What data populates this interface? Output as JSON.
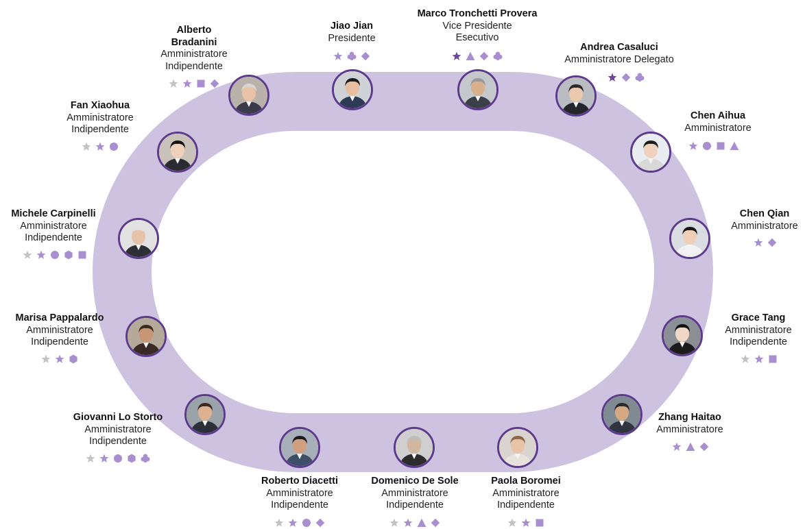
{
  "colors": {
    "ring": "#cdc3e0",
    "avatar_border": "#5e3a8c",
    "icon_grey": "#c3c3c3",
    "icon_light": "#a98fcf",
    "icon_dark": "#6b469c"
  },
  "members": [
    {
      "id": "alberto-bradanini",
      "name_lines": [
        "Alberto",
        "Bradanini"
      ],
      "role_lines": [
        "Amministratore",
        "Indipendente"
      ],
      "icons": [
        {
          "shape": "star",
          "tone": "grey"
        },
        {
          "shape": "star",
          "tone": "light"
        },
        {
          "shape": "square",
          "tone": "light"
        },
        {
          "shape": "diamond",
          "tone": "light"
        }
      ]
    },
    {
      "id": "jiao-jian",
      "name_lines": [
        "Jiao Jian"
      ],
      "role_lines": [
        "Presidente"
      ],
      "icons": [
        {
          "shape": "star",
          "tone": "light"
        },
        {
          "shape": "clover",
          "tone": "light"
        },
        {
          "shape": "diamond",
          "tone": "light"
        }
      ]
    },
    {
      "id": "marco-tronchetti-provera",
      "name_lines": [
        "Marco Tronchetti Provera"
      ],
      "role_lines": [
        "Vice Presidente",
        "Esecutivo"
      ],
      "icons": [
        {
          "shape": "star",
          "tone": "dark"
        },
        {
          "shape": "triangle",
          "tone": "light"
        },
        {
          "shape": "diamond",
          "tone": "light"
        },
        {
          "shape": "clover",
          "tone": "light"
        }
      ]
    },
    {
      "id": "andrea-casaluci",
      "name_lines": [
        "Andrea Casaluci"
      ],
      "role_lines": [
        "Amministratore Delegato"
      ],
      "icons": [
        {
          "shape": "star",
          "tone": "dark"
        },
        {
          "shape": "diamond",
          "tone": "light"
        },
        {
          "shape": "clover",
          "tone": "light"
        }
      ]
    },
    {
      "id": "chen-aihua",
      "name_lines": [
        "Chen Aihua"
      ],
      "role_lines": [
        "Amministratore"
      ],
      "icons": [
        {
          "shape": "star",
          "tone": "light"
        },
        {
          "shape": "circle",
          "tone": "light"
        },
        {
          "shape": "square",
          "tone": "light"
        },
        {
          "shape": "triangle",
          "tone": "light"
        }
      ]
    },
    {
      "id": "chen-qian",
      "name_lines": [
        "Chen Qian"
      ],
      "role_lines": [
        "Amministratore"
      ],
      "icons": [
        {
          "shape": "star",
          "tone": "light"
        },
        {
          "shape": "diamond",
          "tone": "light"
        }
      ]
    },
    {
      "id": "grace-tang",
      "name_lines": [
        "Grace Tang"
      ],
      "role_lines": [
        "Amministratore",
        "Indipendente"
      ],
      "icons": [
        {
          "shape": "star",
          "tone": "grey"
        },
        {
          "shape": "star",
          "tone": "light"
        },
        {
          "shape": "square",
          "tone": "light"
        }
      ]
    },
    {
      "id": "zhang-haitao",
      "name_lines": [
        "Zhang Haitao"
      ],
      "role_lines": [
        "Amministratore"
      ],
      "icons": [
        {
          "shape": "star",
          "tone": "light"
        },
        {
          "shape": "triangle",
          "tone": "light"
        },
        {
          "shape": "diamond",
          "tone": "light"
        }
      ]
    },
    {
      "id": "paola-boromei",
      "name_lines": [
        "Paola Boromei"
      ],
      "role_lines": [
        "Amministratore",
        "Indipendente"
      ],
      "icons": [
        {
          "shape": "star",
          "tone": "grey"
        },
        {
          "shape": "star",
          "tone": "light"
        },
        {
          "shape": "square",
          "tone": "light"
        }
      ]
    },
    {
      "id": "domenico-de-sole",
      "name_lines": [
        "Domenico De Sole"
      ],
      "role_lines": [
        "Amministratore",
        "Indipendente"
      ],
      "icons": [
        {
          "shape": "star",
          "tone": "grey"
        },
        {
          "shape": "star",
          "tone": "light"
        },
        {
          "shape": "triangle",
          "tone": "light"
        },
        {
          "shape": "diamond",
          "tone": "light"
        }
      ]
    },
    {
      "id": "roberto-diacetti",
      "name_lines": [
        "Roberto Diacetti"
      ],
      "role_lines": [
        "Amministratore",
        "Indipendente"
      ],
      "icons": [
        {
          "shape": "star",
          "tone": "grey"
        },
        {
          "shape": "star",
          "tone": "light"
        },
        {
          "shape": "circle",
          "tone": "light"
        },
        {
          "shape": "diamond",
          "tone": "light"
        }
      ]
    },
    {
      "id": "giovanni-lo-storto",
      "name_lines": [
        "Giovanni Lo Storto"
      ],
      "role_lines": [
        "Amministratore",
        "Indipendente"
      ],
      "icons": [
        {
          "shape": "star",
          "tone": "grey"
        },
        {
          "shape": "star",
          "tone": "light"
        },
        {
          "shape": "circle",
          "tone": "light"
        },
        {
          "shape": "hexagon",
          "tone": "light"
        },
        {
          "shape": "clover",
          "tone": "light"
        }
      ]
    },
    {
      "id": "marisa-pappalardo",
      "name_lines": [
        "Marisa Pappalardo"
      ],
      "role_lines": [
        "Amministratore",
        "Indipendente"
      ],
      "icons": [
        {
          "shape": "star",
          "tone": "grey"
        },
        {
          "shape": "star",
          "tone": "light"
        },
        {
          "shape": "hexagon",
          "tone": "light"
        }
      ]
    },
    {
      "id": "michele-carpinelli",
      "name_lines": [
        "Michele Carpinelli"
      ],
      "role_lines": [
        "Amministratore",
        "Indipendente"
      ],
      "icons": [
        {
          "shape": "star",
          "tone": "grey"
        },
        {
          "shape": "star",
          "tone": "light"
        },
        {
          "shape": "circle",
          "tone": "light"
        },
        {
          "shape": "hexagon",
          "tone": "light"
        },
        {
          "shape": "square",
          "tone": "light"
        }
      ]
    },
    {
      "id": "fan-xiaohua",
      "name_lines": [
        "Fan Xiaohua"
      ],
      "role_lines": [
        "Amministratore",
        "Indipendente"
      ],
      "icons": [
        {
          "shape": "star",
          "tone": "grey"
        },
        {
          "shape": "star",
          "tone": "light"
        },
        {
          "shape": "circle",
          "tone": "light"
        }
      ]
    }
  ]
}
